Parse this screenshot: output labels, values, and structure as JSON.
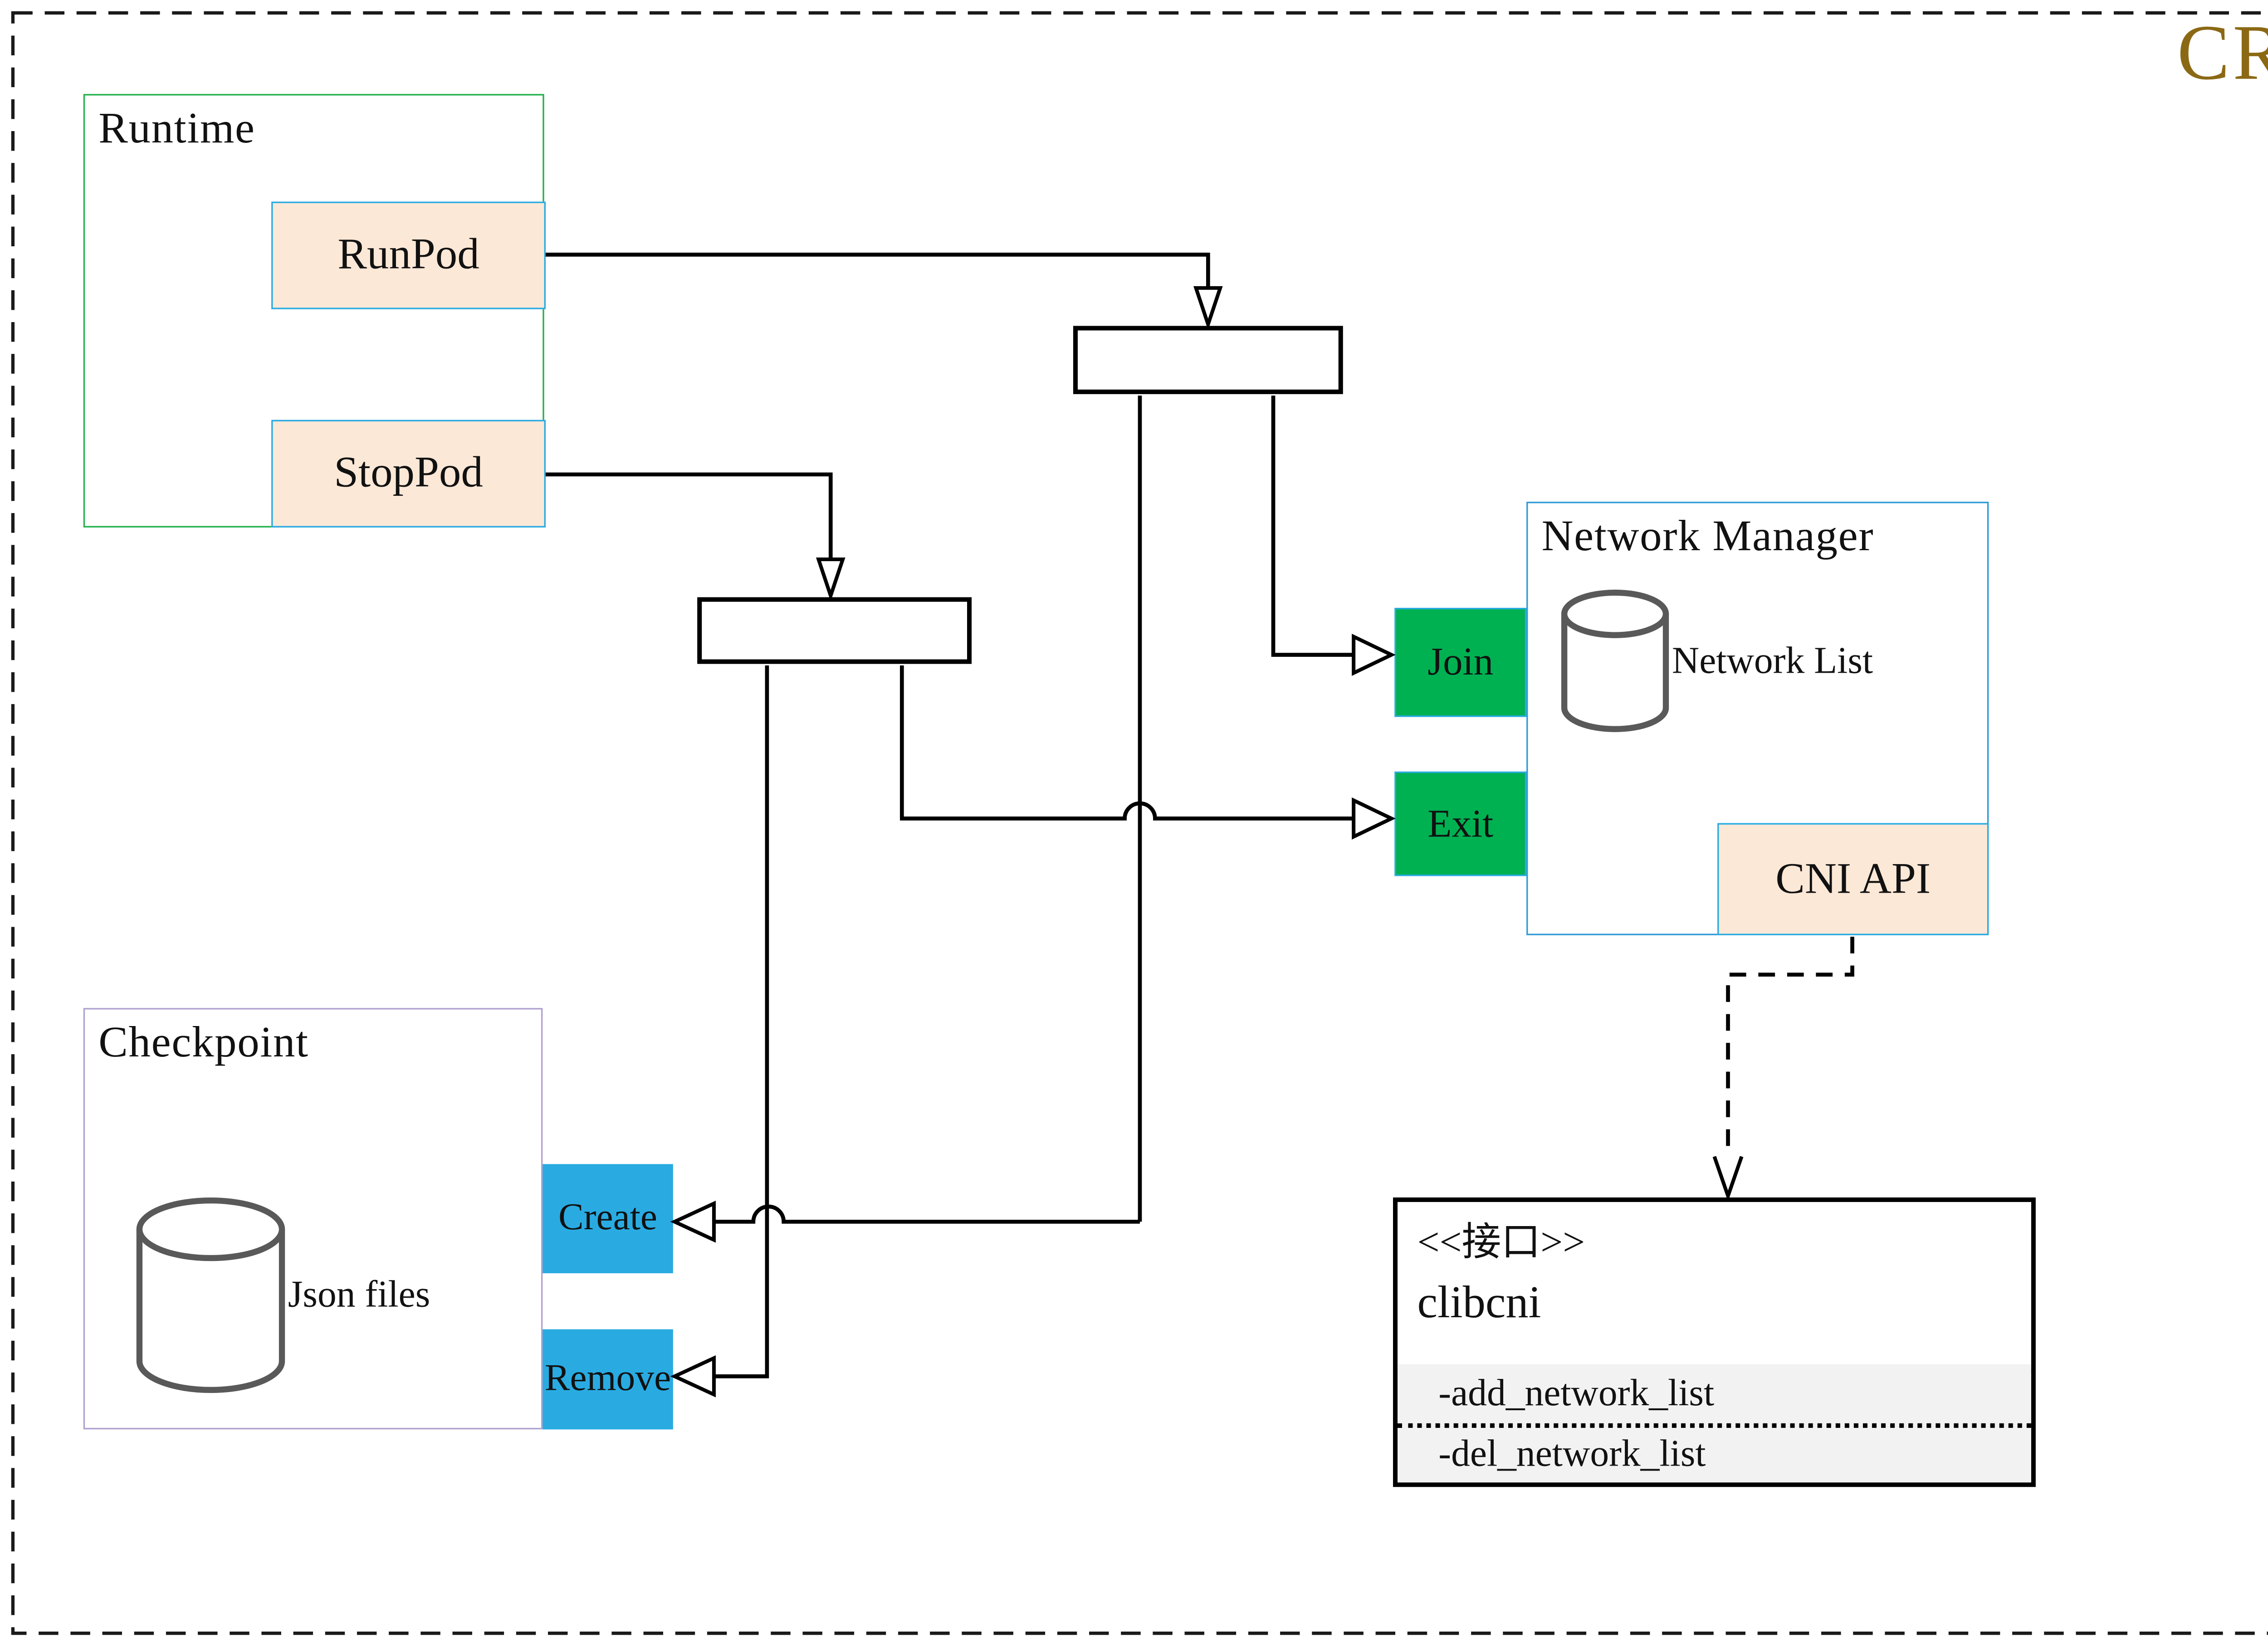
{
  "title": "CRI",
  "colors": {
    "green-border": "#22b14c",
    "purple-border": "#b0a2cf",
    "blue-border": "#2e9bd6",
    "cyan": "#29abe2",
    "peach": "#fce8d7",
    "green-fill": "#00b152",
    "blue-fill": "#29abe2",
    "gray-fill": "#f2f2f2",
    "gold": "#8b6914",
    "cylinder-stroke": "#595959"
  },
  "runtime": {
    "label": "Runtime",
    "buttons": [
      {
        "label": "RunPod"
      },
      {
        "label": "StopPod"
      }
    ]
  },
  "network_manager": {
    "label": "Network Manager",
    "datastore_label": "Network List",
    "join_label": "Join",
    "exit_label": "Exit",
    "cni_api_label": "CNI API"
  },
  "checkpoint": {
    "label": "Checkpoint",
    "datastore_label": "Json files",
    "create_label": "Create",
    "remove_label": "Remove"
  },
  "clibcni": {
    "stereotype": "<<接口>>",
    "name": "clibcni",
    "methods": [
      "-add_network_list",
      "-del_network_list"
    ]
  }
}
